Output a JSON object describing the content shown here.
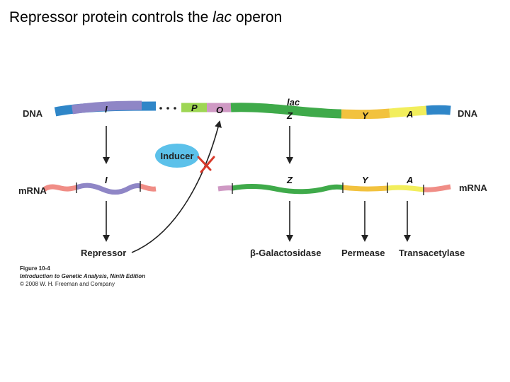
{
  "title": {
    "pre": "Repressor protein controls the ",
    "italic": "lac",
    "post": " operon"
  },
  "dna": {
    "label_left": "DNA",
    "label_right": "DNA",
    "genes": {
      "I": "I",
      "P": "P",
      "O": "O",
      "lac": "lac",
      "Z": "Z",
      "Y": "Y",
      "A": "A"
    }
  },
  "mrna": {
    "label_left": "mRNA",
    "label_right": "mRNA",
    "genes": {
      "I": "I",
      "Z": "Z",
      "Y": "Y",
      "A": "A"
    }
  },
  "inducer": "Inducer",
  "products": {
    "repressor": "Repressor",
    "galactosidase": "β-Galactosidase",
    "permease": "Permease",
    "transacetylase": "Transacetylase"
  },
  "caption": {
    "line1": "Figure 10-4",
    "line2": "Introduction to Genetic Analysis, Ninth Edition",
    "line3": "© 2008 W. H. Freeman and Company"
  },
  "colors": {
    "dna_blue": "#2f86c8",
    "gene_i": "#8f86c6",
    "promoter": "#9ed654",
    "operator": "#cf99c4",
    "gene_z": "#3faa4a",
    "gene_y": "#f2c23e",
    "gene_a": "#f2ee5c",
    "mrna_red": "#f08d86",
    "inducer": "#5cc1ea",
    "block_x": "#d83a2b",
    "arrow": "#222222"
  }
}
